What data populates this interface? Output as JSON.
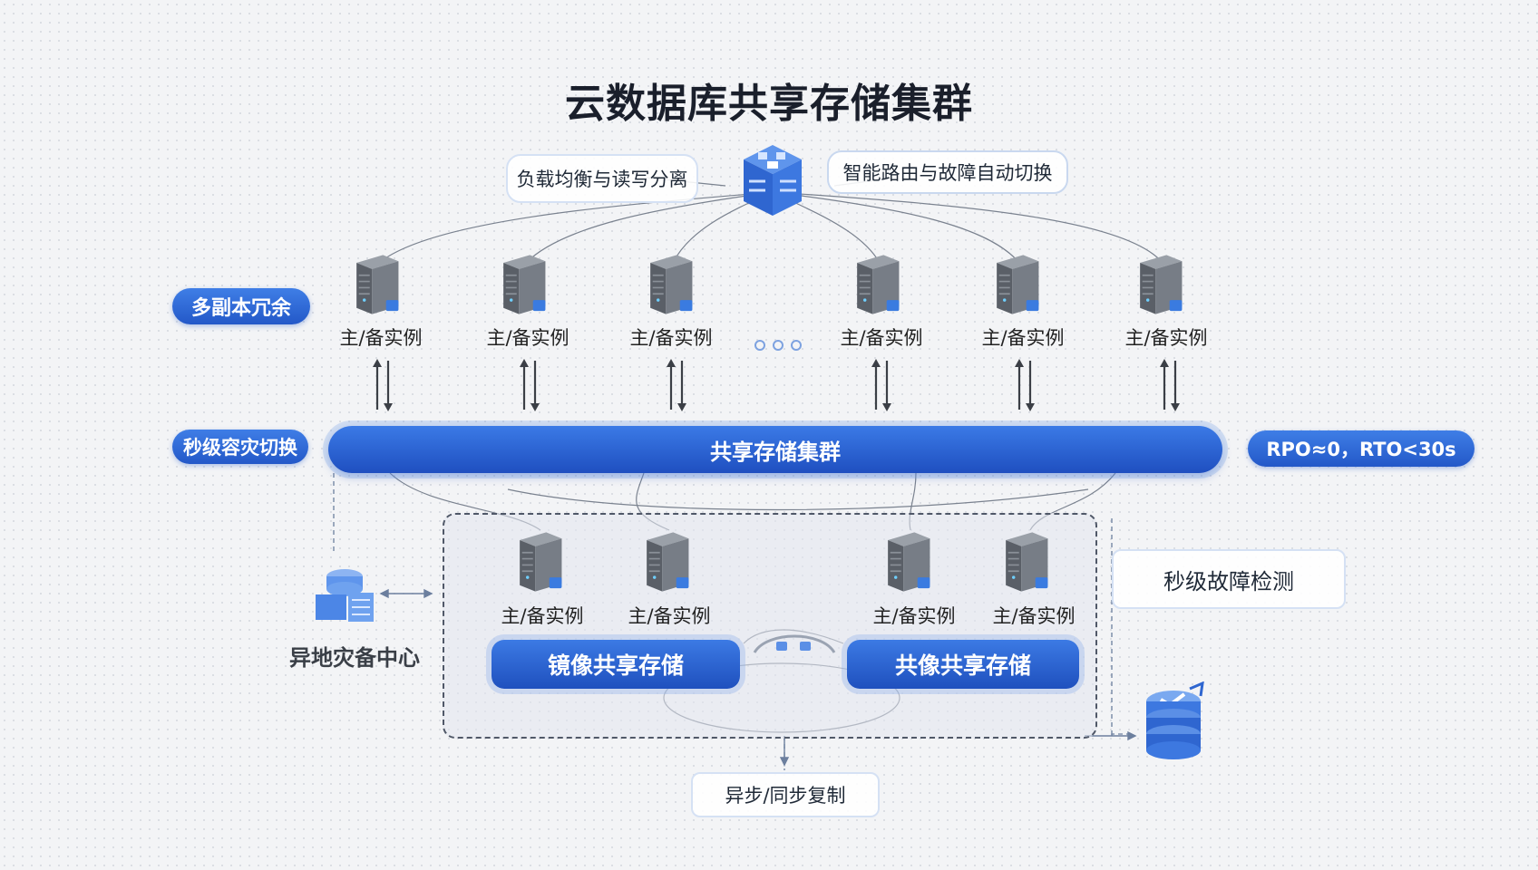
{
  "title": "云数据库共享存储集群",
  "top_left_label": "负载均衡与读写分离",
  "top_right_label": "智能路由与故障自动切换",
  "left_labels": {
    "redundancy": "多副本冗余",
    "failover": "秒级容灾切换"
  },
  "right_labels": {
    "rpo_rto": "RPO≈0，RTO<30s",
    "detection": "秒级故障检测"
  },
  "instance_label": "主/备实例",
  "shared_cluster": "共享存储集群",
  "storage_left": "镜像共享存储",
  "storage_right": "共像共享存储",
  "remote_backup": "异地灾备中心",
  "replication": "异步/同步复制",
  "colors": {
    "accent": "#2358c8",
    "accent_light": "#d5e1f4",
    "title": "#1a1f2b"
  }
}
